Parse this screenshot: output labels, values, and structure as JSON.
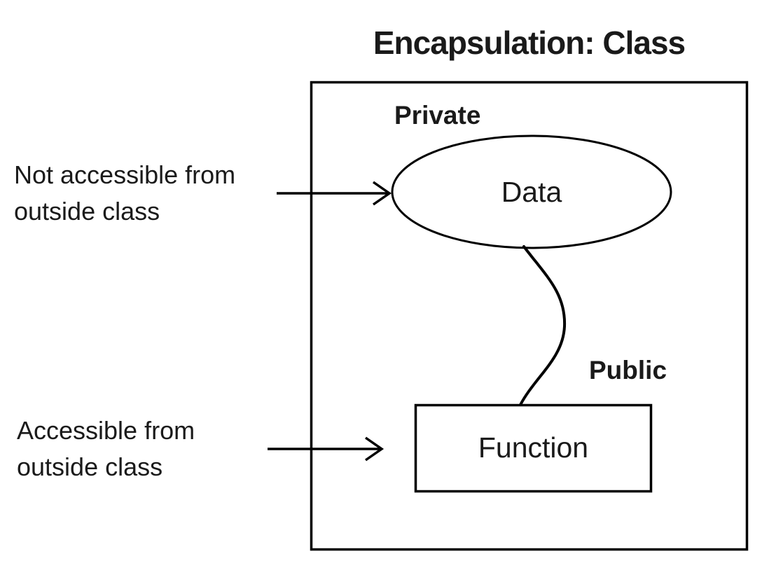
{
  "title": "Encapsulation: Class",
  "diagram": {
    "class_container": {
      "private_section_label": "Private",
      "public_section_label": "Public"
    },
    "nodes": {
      "data": {
        "label": "Data",
        "shape": "ellipse"
      },
      "function": {
        "label": "Function",
        "shape": "rectangle"
      }
    },
    "connector": {
      "name": "data-function-connector",
      "from": "Data",
      "to": "Function",
      "style": "s-curve"
    },
    "annotations": {
      "private_note": {
        "line1": "Not accessible from",
        "line2": "outside class",
        "arrow_target": "Data"
      },
      "public_note": {
        "line1": "Accessible from",
        "line2": "outside class",
        "arrow_target": "Function"
      }
    },
    "colors": {
      "stroke": "#000000",
      "text": "#1a1a1a",
      "background": "#ffffff"
    }
  }
}
